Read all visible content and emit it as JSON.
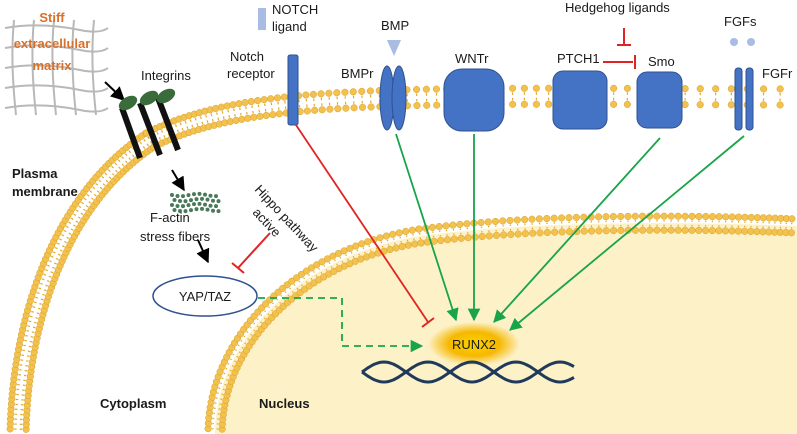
{
  "labels": {
    "stiff_line1": "Stiff",
    "stiff_line2": "extracellular",
    "stiff_line3": "matrix",
    "integrins": "Integrins",
    "notch_ligand_line1": "NOTCH",
    "notch_ligand_line2": "ligand",
    "notch_receptor_line1": "Notch",
    "notch_receptor_line2": "receptor",
    "bmp": "BMP",
    "bmpr": "BMPr",
    "wntr": "WNTr",
    "hedgehog": "Hedgehog ligands",
    "ptch1": "PTCH1",
    "smo": "Smo",
    "fgfs": "FGFs",
    "fgfr": "FGFr",
    "plasma_line1": "Plasma",
    "plasma_line2": "membrane",
    "factin_line1": "F-actin",
    "factin_line2": "stress fibers",
    "hippo_line1": "Hippo pathway",
    "hippo_line2": "active",
    "yaptaz": "YAP/TAZ",
    "runx2": "RUNX2",
    "cytoplasm": "Cytoplasm",
    "nucleus": "Nucleus"
  },
  "colors": {
    "receptor_fill": "#4472c4",
    "receptor_stroke": "#2f528f",
    "membrane_head": "#f2c14e",
    "membrane_tail": "#e3a92c",
    "nucleus_fill": "#fdf1c8",
    "activation_arrow": "#19a44a",
    "inhibition_arrow": "#e02424",
    "runx2_glow": "#f5b800",
    "dna": "#1f3a5a",
    "matrix_orange": "#d9702a"
  },
  "icons": [
    "mesh-grid-icon",
    "integrin-icon",
    "dna-helix-icon",
    "f-actin-fibers-icon",
    "runx2-glow-icon"
  ]
}
